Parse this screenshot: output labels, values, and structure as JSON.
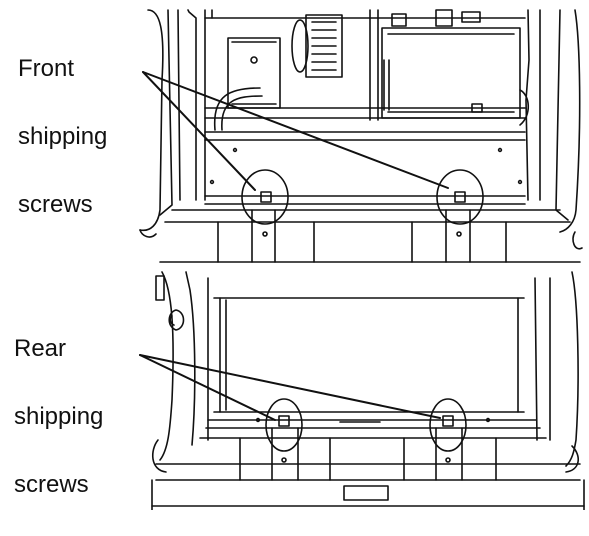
{
  "figure": {
    "front_label": {
      "lines": [
        "Front",
        "shipping",
        "screws"
      ]
    },
    "rear_label": {
      "lines": [
        "Rear",
        "shipping",
        "screws"
      ]
    }
  },
  "colors": {
    "ink": "#111111",
    "background": "#ffffff"
  }
}
